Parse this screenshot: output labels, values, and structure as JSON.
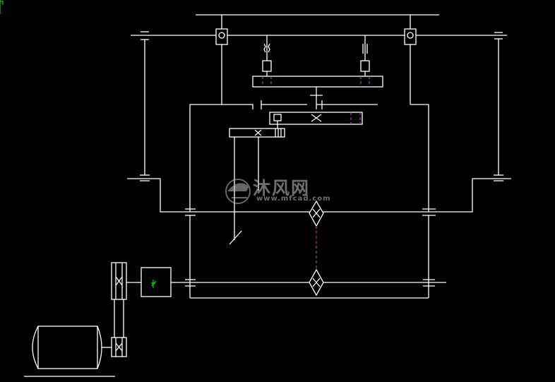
{
  "colors": {
    "background": "#000000",
    "line": "#ffffff",
    "hidden_line": "#c040c0",
    "green_mark": "#00ff00"
  },
  "watermark": {
    "cn_text": "沐风网",
    "url_text": "www.mfcad.com"
  },
  "motor_box_label": "减"
}
